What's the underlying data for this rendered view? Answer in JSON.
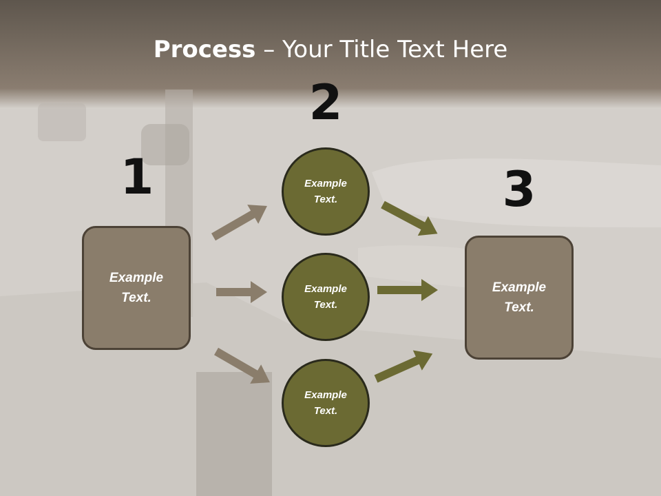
{
  "slide": {
    "title_bold": "Process",
    "title_rest": " – Your Title Text Here"
  },
  "steps": {
    "one": {
      "number": "1",
      "text": "Example\nText."
    },
    "two": {
      "number": "2",
      "items": [
        {
          "text": "Example\nText."
        },
        {
          "text": "Example\nText."
        },
        {
          "text": "Example\nText."
        }
      ]
    },
    "three": {
      "number": "3",
      "text": "Example\nText."
    }
  },
  "colors": {
    "box_fill": "#8a7d6b",
    "circle_fill": "#6b6a33",
    "arrow_left": "#8a7d6b",
    "arrow_right": "#6b6a33"
  }
}
